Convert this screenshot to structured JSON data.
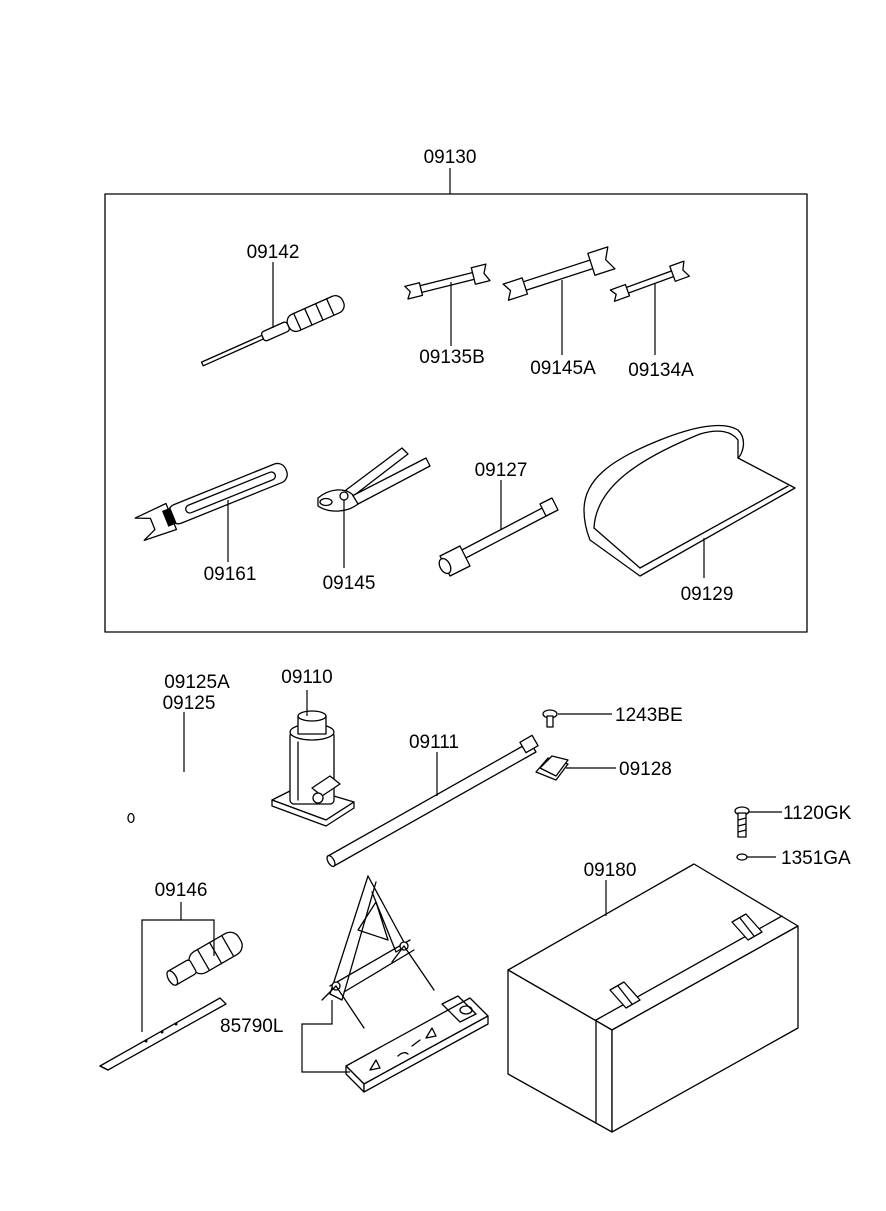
{
  "kit": {
    "label": "09130"
  },
  "parts": {
    "screwdriver": "09142",
    "wrench_b": "09135B",
    "wrench_a": "09145A",
    "wrench_small": "09134A",
    "adjustable_wrench": "09161",
    "pliers": "09145",
    "socket_bar": "09127",
    "tool_bag": "09129",
    "wheel_wrench_a": "09125A",
    "wheel_wrench": "09125",
    "jack": "09110",
    "jack_handle": "09111",
    "screw_1243": "1243BE",
    "clip": "09128",
    "bolt_1120": "1120GK",
    "nut_1351": "1351GA",
    "screwdriver_set": "09146",
    "warning_triangle": "85790L",
    "tool_box": "09180"
  }
}
